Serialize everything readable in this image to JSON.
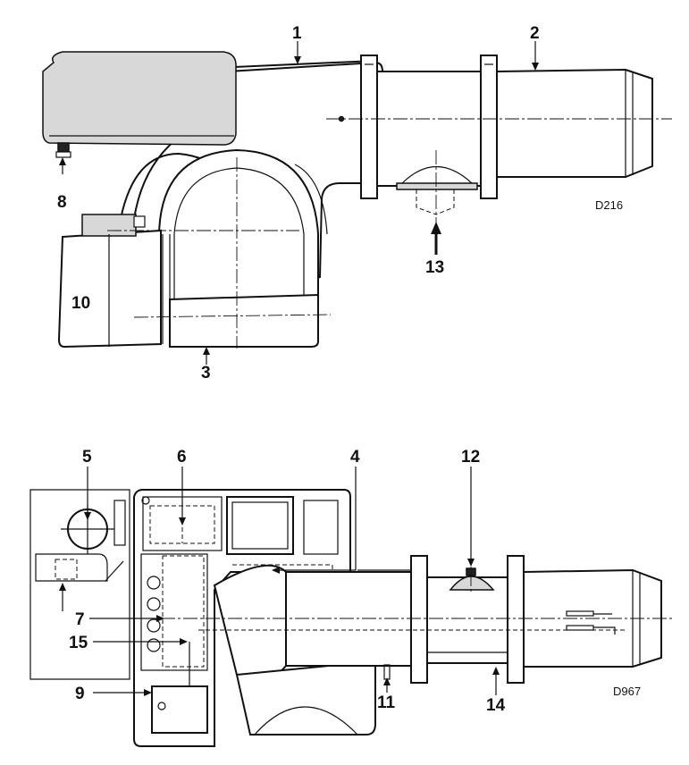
{
  "figure_codes": {
    "top": "D216",
    "bottom": "D967"
  },
  "callouts": {
    "c1": "1",
    "c2": "2",
    "c3": "3",
    "c4": "4",
    "c5": "5",
    "c6": "6",
    "c7": "7",
    "c8": "8",
    "c9": "9",
    "c10": "10",
    "c11": "11",
    "c12": "12",
    "c13": "13",
    "c14": "14",
    "c15": "15"
  }
}
